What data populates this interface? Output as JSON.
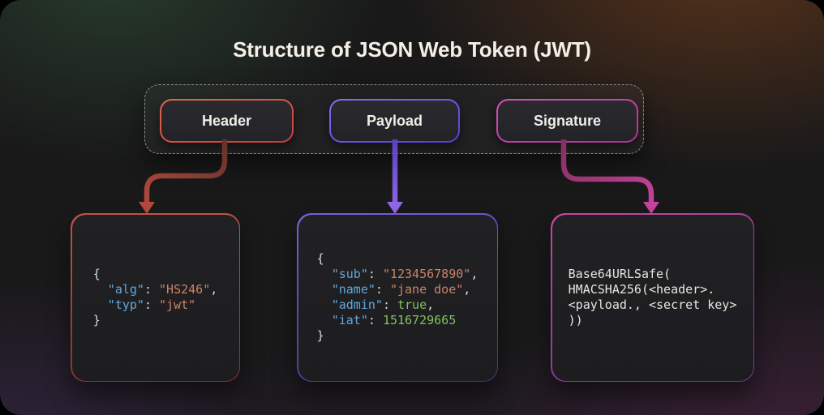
{
  "title": "Structure of JSON Web Token (JWT)",
  "token_bar": {
    "parts": [
      {
        "label": "Header"
      },
      {
        "label": "Payload"
      },
      {
        "label": "Signature"
      }
    ]
  },
  "colors": {
    "accent_header": "#c9443c",
    "accent_payload": "#7a55e0",
    "accent_signature": "#c2409c",
    "code_key": "#62a8dc",
    "code_string": "#cc8266",
    "code_literal": "#84c05a",
    "code_punct": "#d9d9d9",
    "code_plain": "#e8e5df"
  },
  "code_boxes": [
    {
      "name": "header-json",
      "lines": [
        [
          [
            "punct",
            "{"
          ]
        ],
        [
          [
            "punct",
            "  "
          ],
          [
            "key",
            "\"alg\""
          ],
          [
            "punct",
            ": "
          ],
          [
            "string",
            "\"HS246\""
          ],
          [
            "punct",
            ","
          ]
        ],
        [
          [
            "punct",
            "  "
          ],
          [
            "key",
            "\"typ\""
          ],
          [
            "punct",
            ": "
          ],
          [
            "string",
            "\"jwt\""
          ]
        ],
        [
          [
            "punct",
            "}"
          ]
        ]
      ]
    },
    {
      "name": "payload-json",
      "lines": [
        [
          [
            "punct",
            "{"
          ]
        ],
        [
          [
            "punct",
            "  "
          ],
          [
            "key",
            "\"sub\""
          ],
          [
            "punct",
            ": "
          ],
          [
            "string",
            "\"1234567890\""
          ],
          [
            "punct",
            ","
          ]
        ],
        [
          [
            "punct",
            "  "
          ],
          [
            "key",
            "\"name\""
          ],
          [
            "punct",
            ": "
          ],
          [
            "string",
            "\"jane doe\""
          ],
          [
            "punct",
            ","
          ]
        ],
        [
          [
            "punct",
            "  "
          ],
          [
            "key",
            "\"admin\""
          ],
          [
            "punct",
            ": "
          ],
          [
            "literal",
            "true"
          ],
          [
            "punct",
            ","
          ]
        ],
        [
          [
            "punct",
            "  "
          ],
          [
            "key",
            "\"iat\""
          ],
          [
            "punct",
            ": "
          ],
          [
            "literal",
            "1516729665"
          ]
        ],
        [
          [
            "punct",
            "}"
          ]
        ]
      ]
    },
    {
      "name": "signature-formula",
      "lines": [
        [
          [
            "plain",
            "Base64URLSafe("
          ]
        ],
        [
          [
            "plain",
            "HMACSHA256(<header>."
          ]
        ],
        [
          [
            "plain",
            "<payload., <secret key>"
          ]
        ],
        [
          [
            "plain",
            "))"
          ]
        ]
      ]
    }
  ]
}
